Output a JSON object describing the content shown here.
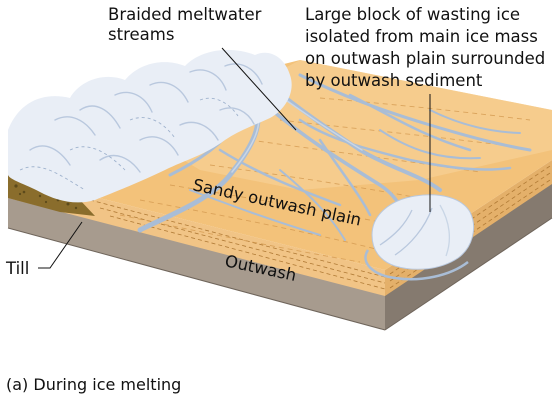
{
  "labels": {
    "braided_line1": "Braided meltwater",
    "braided_line2": "streams",
    "block_line1": "Large block of wasting ice",
    "block_line2": "isolated from main ice mass",
    "block_line3": "on outwash plain surrounded",
    "block_line4": "by outwash sediment",
    "sandy_plain": "Sandy outwash plain",
    "outwash": "Outwash",
    "till": "Till"
  },
  "caption": "(a)  During ice melting",
  "colors": {
    "plain": "#f3c27a",
    "plain_light": "#f7d59c",
    "stream": "#a9bdd6",
    "stream_light": "#c9d6e6",
    "ice": "#e9eef6",
    "ice_shadow": "#b9c8de",
    "outwash_front": "#f1c486",
    "till": "#8a6d2c",
    "bedrock": "#a79b8e",
    "bedrock_dark": "#857a6f"
  }
}
